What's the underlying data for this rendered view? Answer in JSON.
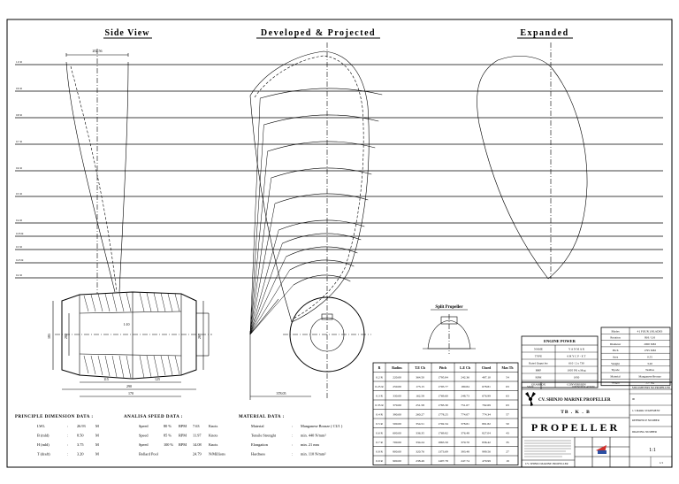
{
  "views": {
    "side": "Side View",
    "developed": "Developed & Projected",
    "expanded": "Expanded"
  },
  "side_dim_top": "202.56",
  "radius_labels": [
    "1.0 R",
    "0.9 R",
    "0.8 R",
    "0.7 R",
    "0.6 R",
    "0.5 R",
    "0.4 R",
    "0.35 R",
    "0.3 R",
    "0.25 R",
    "0.2 R"
  ],
  "hub_dims": {
    "h1": "185",
    "h2": "282",
    "h3": "260",
    "w1": "170",
    "bottom": "290",
    "right_bottom": "378.05",
    "r1": "1:10",
    "r2": "115",
    "r3": "125"
  },
  "split_propeller": "Split Propeller",
  "principle": {
    "title": "PRINCIPLE DIMENSION DATA :",
    "rows": [
      {
        "label": "LWL",
        "sep": ":",
        "value": "26.93",
        "unit": "M"
      },
      {
        "label": "B (mld)",
        "sep": ":",
        "value": "8.50",
        "unit": "M"
      },
      {
        "label": "H (mld)",
        "sep": ":",
        "value": "3.75",
        "unit": "M"
      },
      {
        "label": "T (draft)",
        "sep": ":",
        "value": "3.20",
        "unit": "M"
      }
    ]
  },
  "speed": {
    "title": "ANALISA SPEED DATA :",
    "rows": [
      {
        "label": "Speed",
        "pct": "80 %",
        "rpm": "RPM",
        "value": "7.63",
        "unit": "Knots"
      },
      {
        "label": "Speed",
        "pct": "85 %",
        "rpm": "RPM",
        "value": "11.97",
        "unit": "Knots"
      },
      {
        "label": "Speed",
        "pct": "100 %",
        "rpm": "RPM",
        "value": "14.08",
        "unit": "Knots"
      },
      {
        "label": "Bollard Pool",
        "pct": "",
        "rpm": "",
        "value": "24.79",
        "unit": "N/Millions"
      }
    ]
  },
  "material": {
    "title": "MATERIAL DATA :",
    "rows": [
      {
        "label": "Material",
        "sep": ":",
        "value": "Manganese Bronze ( CU1 )"
      },
      {
        "label": "Tensile Strenght",
        "sep": ":",
        "value": "min. 440 N/mm²"
      },
      {
        "label": "Elongation",
        "sep": ":",
        "value": "min. 21 mm"
      },
      {
        "label": "Hardness",
        "sep": ":",
        "value": "min. 110 N/mm²"
      }
    ]
  },
  "blade_table": {
    "headers": [
      "R",
      "Radius",
      "T.E Ch",
      "Pitch",
      "L.E Ch",
      "Chord",
      "Max Th"
    ],
    "rows": [
      [
        "0.2 R",
        "220.00",
        "364.50",
        "1795.84",
        "242.36",
        "487.10",
        "54"
      ],
      [
        "0.25 R",
        "250.00",
        "173.15",
        "1795.77",
        "180.84",
        "678.81",
        "63"
      ],
      [
        "0.3 R",
        "330.00",
        "162.58",
        "1769.60",
        "248.73",
        "676.99",
        "63"
      ],
      [
        "0.35 R",
        "370.00",
        "251.58",
        "1783.30",
        "751.07",
        "792.69",
        "63"
      ],
      [
        "0.4 R",
        "390.00",
        "260.27",
        "1778.25",
        "774.07",
        "774.34",
        "57"
      ],
      [
        "0.5 R",
        "500.00",
        "354.51",
        "1792.34",
        "378.81",
        "891.82",
        "50"
      ],
      [
        "0.6 R",
        "600.00",
        "336.35",
        "1769.82",
        "376.48",
        "827.04",
        "43"
      ],
      [
        "0.7 R",
        "700.00",
        "334.24",
        "1865.59",
        "370.70",
        "836.42",
        "35"
      ],
      [
        "0.8 R",
        "800.00",
        "320.76",
        "1373.69",
        "393.48",
        "999.56",
        "27"
      ],
      [
        "0.9 R",
        "900.00",
        "238.49",
        "1407.78",
        "247.74",
        "479.99",
        "19"
      ]
    ]
  },
  "engine_power": {
    "title": "ENGINE POWER",
    "rows": [
      [
        "NAME",
        "Y A N M A R"
      ],
      [
        "TYPE",
        "6 H Y C P - E T"
      ],
      [
        "Rated Ouput kw",
        "610 / 2 x 730"
      ],
      [
        "BHP",
        "1005 PK x Mag"
      ],
      [
        "RPM",
        "1950"
      ],
      [
        "GEARBOX",
        "CONVERSION"
      ]
    ]
  },
  "spec": {
    "rows": [
      [
        "Blades",
        "4 ( FOUR ) BLADES"
      ],
      [
        "Rotation",
        "RH / LH"
      ],
      [
        "Diameter",
        "2000 MM"
      ],
      [
        "Pitch",
        "1795 MM"
      ],
      [
        "Area",
        "0.55"
      ],
      [
        "Weight",
        "3.20"
      ],
      [
        "Tipode",
        "Tasilisa"
      ],
      [
        "Material",
        "Manganese Bronze"
      ],
      [
        "Weight",
        "357 Kg"
      ]
    ]
  },
  "title_block": {
    "sign_head": "SIGN",
    "ident_head": "IDENTIFICATION",
    "company": "CV. SHINJO MARINE PROPELLER",
    "code": "TB .  K . B",
    "title": "PROPELLER",
    "right_cells": [
      "MILLIMETERS NO PROPELLER",
      "00",
      "1/1 MARK STATEMENT",
      "REFERENCE NUMBER",
      "DRAWING NUMBER"
    ],
    "footer": "CV. SHINJO MARINE PROPELLER",
    "scale": "1:1",
    "drawing_no": "1/1"
  }
}
